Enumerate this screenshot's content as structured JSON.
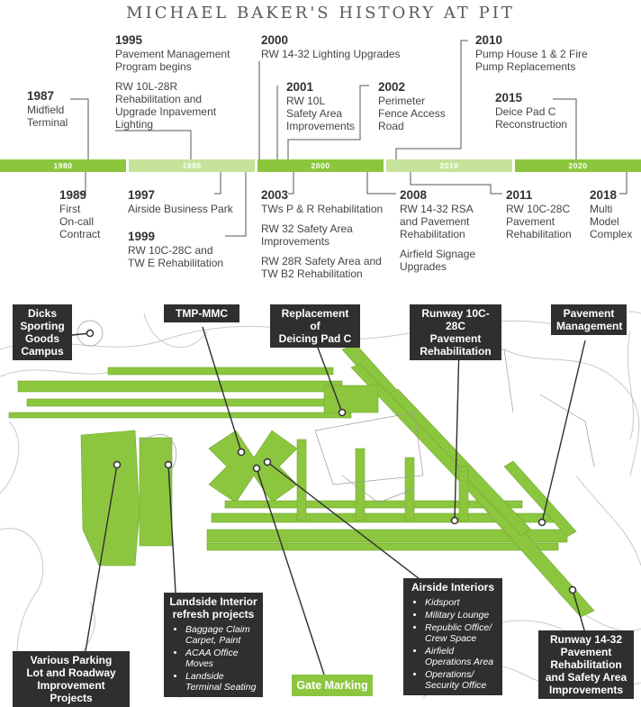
{
  "title": "MICHAEL BAKER'S HISTORY AT PIT",
  "timeline": {
    "decades": [
      "1980",
      "1990",
      "2000",
      "2010",
      "2020"
    ],
    "top_events": [
      {
        "year": "1987",
        "lines": [
          "Midfield",
          "Terminal"
        ]
      },
      {
        "year": "1995",
        "lines": [
          "Pavement Management",
          "Program begins"
        ],
        "extra": [
          "RW 10L-28R",
          "Rehabilitation and",
          "Upgrade Inpavement",
          "Lighting"
        ]
      },
      {
        "year": "2000",
        "lines": [
          "RW 14-32 Lighting Upgrades"
        ]
      },
      {
        "year": "2001",
        "lines": [
          "RW 10L",
          "Safety Area",
          "Improvements"
        ]
      },
      {
        "year": "2002",
        "lines": [
          "Perimeter",
          "Fence Access",
          "Road"
        ]
      },
      {
        "year": "2010",
        "lines": [
          "Pump House 1 & 2 Fire",
          "Pump Replacements"
        ]
      },
      {
        "year": "2015",
        "lines": [
          "Deice Pad C",
          "Reconstruction"
        ]
      }
    ],
    "bottom_events": [
      {
        "year": "1989",
        "lines": [
          "First",
          "On-call",
          "Contract"
        ]
      },
      {
        "year": "1997",
        "lines": [
          "Airside Business Park"
        ]
      },
      {
        "year": "1999",
        "lines": [
          "RW 10C-28C and",
          "TW E Rehabilitation"
        ]
      },
      {
        "year": "2003",
        "lines": [
          "TWs P & R Rehabilitation"
        ],
        "extra": [
          "RW 32 Safety Area",
          "Improvements"
        ],
        "extra2": [
          "RW 28R Safety Area and",
          "TW B2 Rehabilitation"
        ]
      },
      {
        "year": "2008",
        "lines": [
          "RW 14-32 RSA",
          "and Pavement",
          "Rehabilitation"
        ],
        "extra": [
          "Airfield Signage",
          "Upgrades"
        ]
      },
      {
        "year": "2011",
        "lines": [
          "RW 10C-28C",
          "Pavement",
          "Rehabilitation"
        ]
      },
      {
        "year": "2018",
        "lines": [
          "Multi",
          "Model",
          "Complex"
        ]
      }
    ]
  },
  "map": {
    "callouts": {
      "dicks": [
        "Dicks",
        "Sporting",
        "Goods",
        "Campus"
      ],
      "tmp": [
        "TMP-MMC"
      ],
      "deicing": [
        "Replacement of",
        "Deicing Pad C"
      ],
      "rw10c": [
        "Runway 10C-28C",
        "Pavement",
        "Rehabilitation"
      ],
      "pavement": [
        "Pavement",
        "Management"
      ],
      "landside": [
        "Landside Interior",
        "refresh projects"
      ],
      "landside_items": [
        "Baggage Claim Carpet, Paint",
        "ACAA Office Moves",
        "Landside Terminal Seating"
      ],
      "airside": [
        "Airside Interiors"
      ],
      "airside_items": [
        "Kidsport",
        "Military Lounge",
        "Republic Office/ Crew Space",
        "Airfield Operations Area",
        "Operations/ Security Office"
      ],
      "parking": [
        "Various Parking",
        "Lot and Roadway",
        "Improvement Projects"
      ],
      "gate": "Gate Marking",
      "rw14": [
        "Runway 14-32",
        "Pavement",
        "Rehabilitation",
        "and Safety Area",
        "Improvements"
      ]
    }
  },
  "colors": {
    "accent": "#8cc63f",
    "accent_light": "#c5e39a",
    "callout_bg": "#2f2f2f"
  }
}
